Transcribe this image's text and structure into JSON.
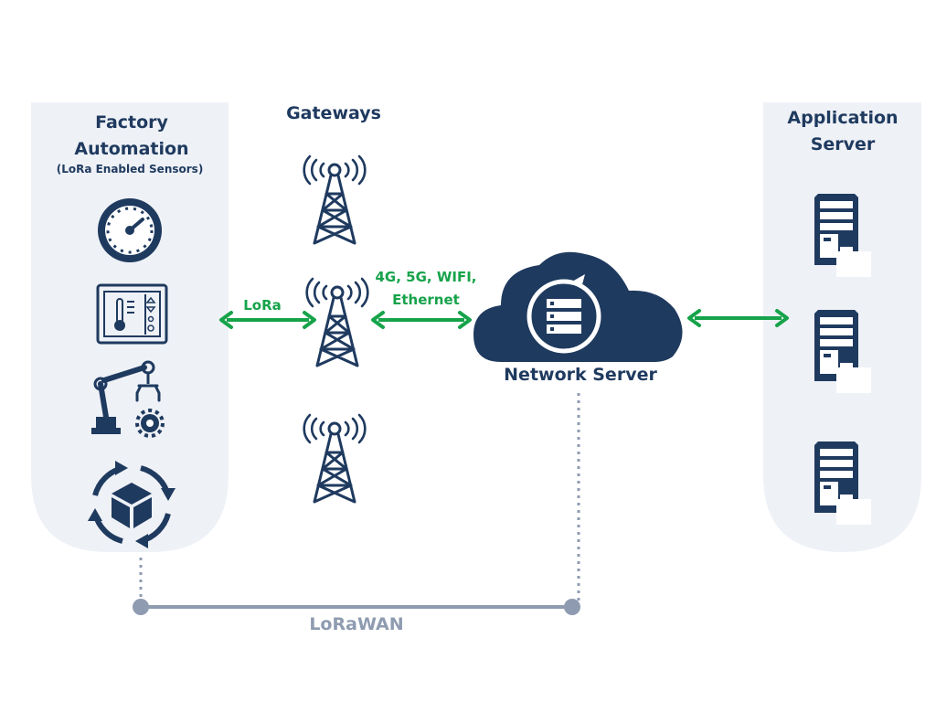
{
  "colors": {
    "navy": "#1f3a5f",
    "panel": "#eef1f6",
    "green": "#16a34a",
    "gray": "#8e9bb0"
  },
  "left_panel": {
    "title": "Factory Automation",
    "subtitle": "(LoRa Enabled Sensors)",
    "icons": [
      "gauge-icon",
      "thermostat-icon",
      "robot-arm-icon",
      "supply-cycle-icon"
    ]
  },
  "gateways": {
    "title": "Gateways",
    "icons": [
      "tower-icon",
      "tower-icon",
      "tower-icon"
    ]
  },
  "links": {
    "lora": "LoRa",
    "backhaul_line1": "4G, 5G, WIFI,",
    "backhaul_line2": "Ethernet"
  },
  "network_server": {
    "label": "Network Server",
    "icon": "cloud-server-icon"
  },
  "right_panel": {
    "title_line1": "Application",
    "title_line2": "Server",
    "icons": [
      "server-tower-icon",
      "server-tower-icon",
      "server-tower-icon"
    ]
  },
  "footer": {
    "label": "LoRaWAN"
  }
}
